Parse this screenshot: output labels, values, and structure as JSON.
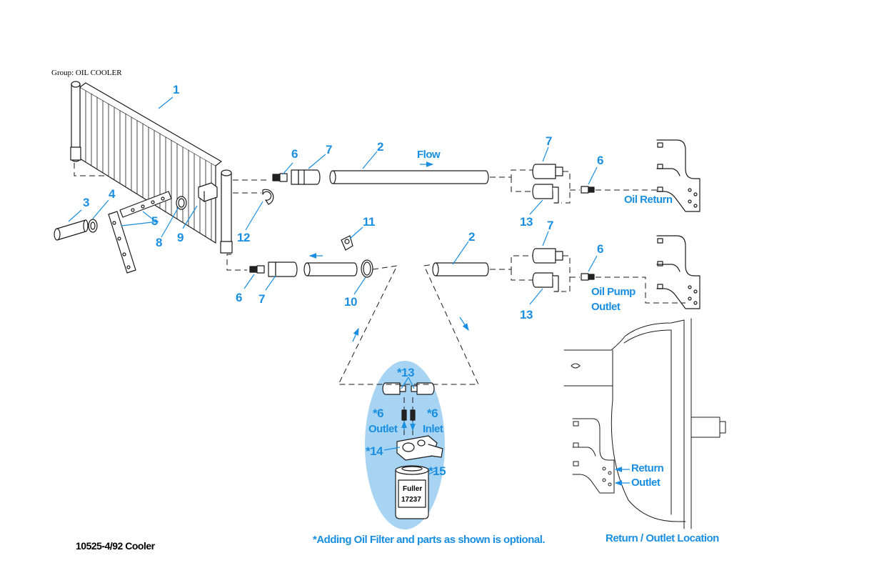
{
  "group_label": "Group: OIL COOLER",
  "reference": "10525-4/92 Cooler",
  "callouts": {
    "c1": "1",
    "c2a": "2",
    "c2b": "2",
    "c3": "3",
    "c4": "4",
    "c5": "5",
    "c6a": "6",
    "c6b": "6",
    "c6c": "6",
    "c6d": "6",
    "c7a": "7",
    "c7b": "7",
    "c7c": "7",
    "c7d": "7",
    "c8": "8",
    "c9": "9",
    "c10": "10",
    "c11": "11",
    "c12": "12",
    "c13a": "13",
    "c13b": "13"
  },
  "labels": {
    "flow": "Flow",
    "oil_return": "Oil Return",
    "oil_pump_outlet_1": "Oil Pump",
    "oil_pump_outlet_2": "Outlet",
    "return_location": "Return",
    "outlet_location": "Outlet",
    "location_caption": "Return / Outlet Location",
    "optional_note": "*Adding Oil Filter and parts as shown is optional."
  },
  "filter_kit": {
    "c13": "*13",
    "c6_left": "*6",
    "c6_right": "*6",
    "outlet": "Outlet",
    "inlet": "Inlet",
    "c14": "*14",
    "c15": "*15",
    "brand": "Fuller",
    "part_no": "17237"
  },
  "colors": {
    "callout": "#1a8ee0",
    "line_art": "#1a1a1a",
    "highlight": "#a8d4f4"
  }
}
